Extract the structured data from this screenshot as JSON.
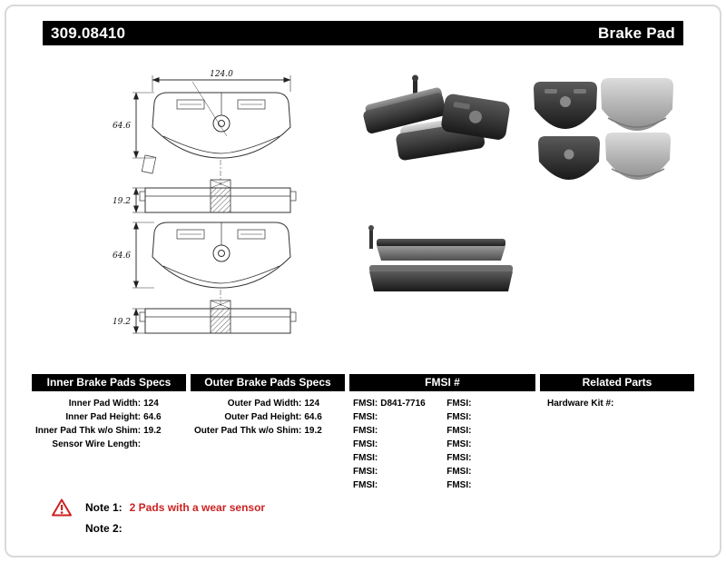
{
  "header": {
    "part_number": "309.08410",
    "product_title": "Brake Pad"
  },
  "drawing": {
    "width_dim": "124.0",
    "height_dim_top": "64.6",
    "thickness_dim_top": "19.2",
    "height_dim_bottom": "64.6",
    "thickness_dim_bottom": "19.2"
  },
  "specs": {
    "inner": {
      "title": "Inner Brake Pads Specs",
      "rows": [
        {
          "label": "Inner Pad Width:",
          "value": "124"
        },
        {
          "label": "Inner Pad Height:",
          "value": "64.6"
        },
        {
          "label": "Inner Pad Thk w/o Shim:",
          "value": "19.2"
        },
        {
          "label": "Sensor Wire Length:",
          "value": ""
        }
      ]
    },
    "outer": {
      "title": "Outer Brake Pads Specs",
      "rows": [
        {
          "label": "Outer Pad Width:",
          "value": "124"
        },
        {
          "label": "Outer Pad Height:",
          "value": "64.6"
        },
        {
          "label": "Outer Pad Thk w/o Shim:",
          "value": "19.2"
        }
      ]
    },
    "fmsi": {
      "title": "FMSI #",
      "rows": [
        {
          "label_left": "FMSI:",
          "value_left": "D841-7716",
          "label_right": "FMSI:",
          "value_right": ""
        },
        {
          "label_left": "FMSI:",
          "value_left": "",
          "label_right": "FMSI:",
          "value_right": ""
        },
        {
          "label_left": "FMSI:",
          "value_left": "",
          "label_right": "FMSI:",
          "value_right": ""
        },
        {
          "label_left": "FMSI:",
          "value_left": "",
          "label_right": "FMSI:",
          "value_right": ""
        },
        {
          "label_left": "FMSI:",
          "value_left": "",
          "label_right": "FMSI:",
          "value_right": ""
        },
        {
          "label_left": "FMSI:",
          "value_left": "",
          "label_right": "FMSI:",
          "value_right": ""
        },
        {
          "label_left": "FMSI:",
          "value_left": "",
          "label_right": "FMSI:",
          "value_right": ""
        }
      ]
    },
    "related": {
      "title": "Related Parts",
      "rows": [
        {
          "label": "Hardware Kit #:",
          "value": ""
        }
      ]
    }
  },
  "notes": [
    {
      "label": "Note 1:",
      "text": "2 Pads with a wear sensor"
    },
    {
      "label": "Note 2:",
      "text": ""
    }
  ],
  "colors": {
    "header_bg": "#000000",
    "header_text": "#ffffff",
    "note_accent": "#cc2222"
  }
}
